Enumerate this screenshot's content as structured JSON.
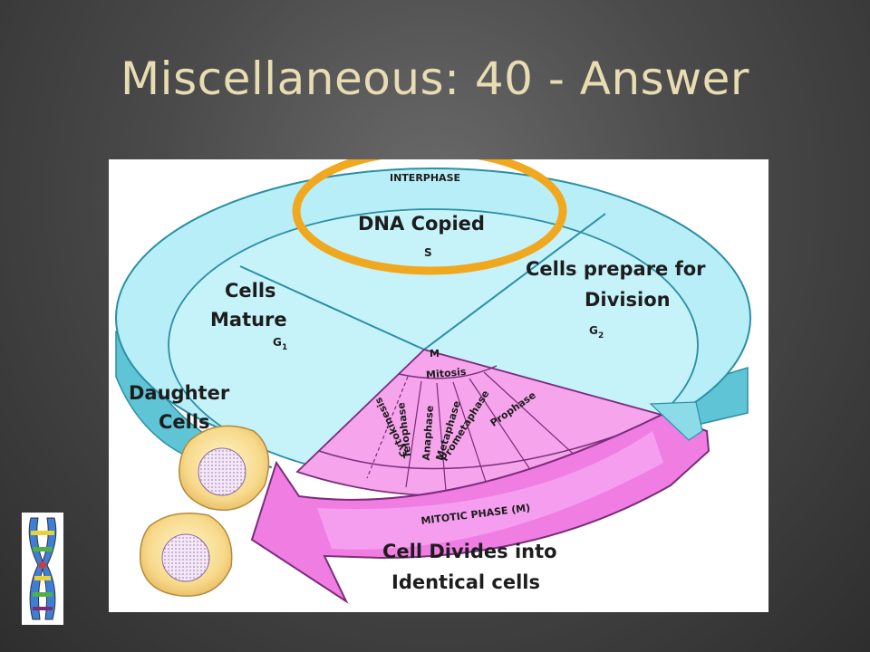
{
  "slide": {
    "title": "Miscellaneous: 40 - Answer"
  },
  "diagram": {
    "interphase_label": "INTERPHASE",
    "s_phase": {
      "line1": "DNA Copied",
      "letter": "S"
    },
    "g1_phase": {
      "line1": "Cells",
      "line2": "Mature",
      "letter": "G",
      "subscript": "1"
    },
    "g2_phase": {
      "line1": "Cells prepare for",
      "line2": "Division",
      "letter": "G",
      "subscript": "2"
    },
    "daughter_cells": {
      "line1": "Daughter",
      "line2": "Cells"
    },
    "m_label": "M",
    "mitosis_label": "Mitosis",
    "mitotic_stages": [
      "Cytokinesis",
      "Telophase",
      "Anaphase",
      "Metaphase",
      "Prometaphase",
      "Prophase"
    ],
    "mitotic_phase_label": "MITOTIC PHASE (M)",
    "arrow_text": {
      "line1": "Cell Divides into",
      "line2": "Identical cells"
    },
    "highlight_color": "#f0a81e",
    "interphase_color": "#b8eef7",
    "mitotic_color": "#f6a4ec"
  },
  "icons": [
    "chromosome-icon"
  ]
}
